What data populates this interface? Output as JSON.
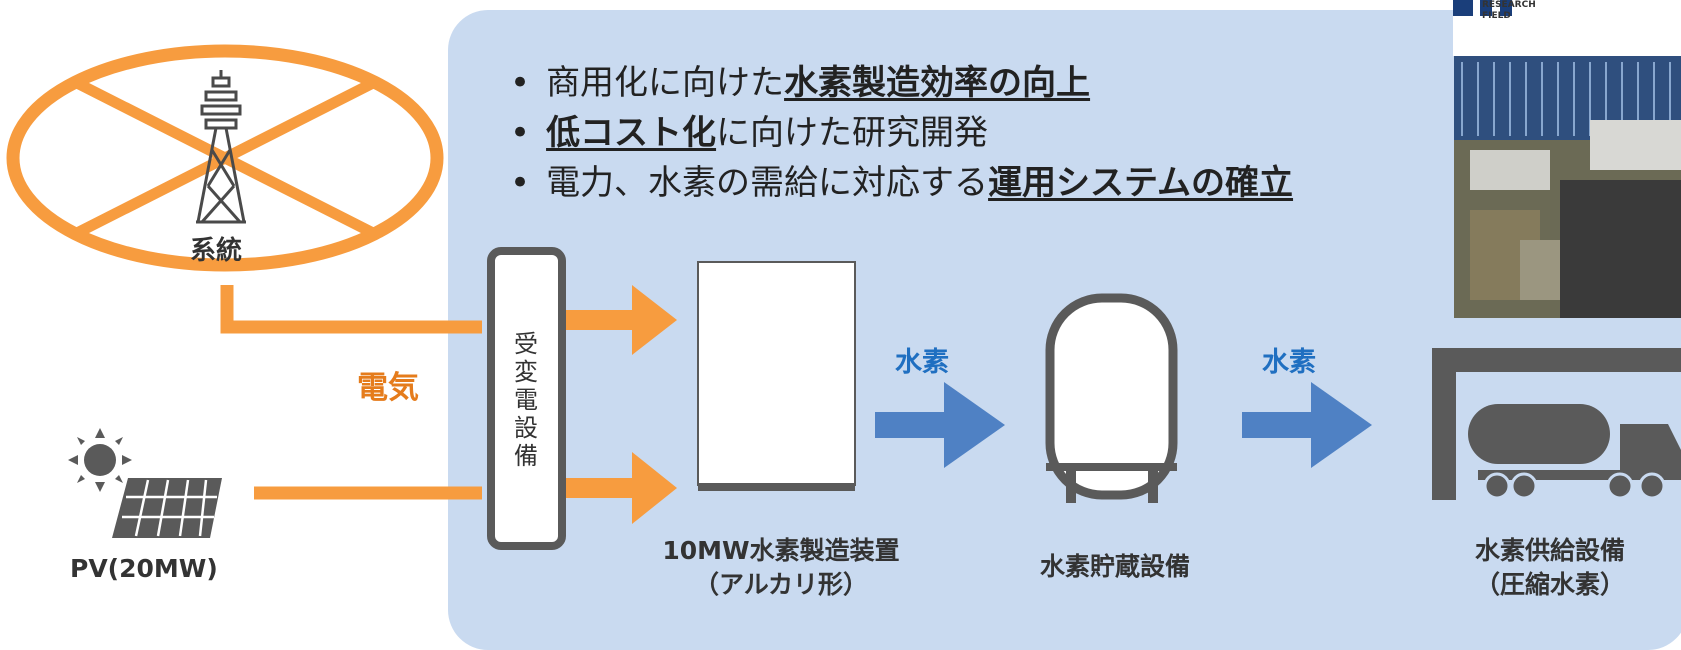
{
  "bullets": [
    {
      "pre": "商用化に向けた",
      "hl": "水素製造効率の向上",
      "post": ""
    },
    {
      "pre": "",
      "hl": "低コスト化",
      "post": "に向けた研究開発"
    },
    {
      "pre": "電力、水素の需給に対応する",
      "hl": "運用システムの確立",
      "post": ""
    }
  ],
  "grid": {
    "label": "系統"
  },
  "pv": {
    "label": "PV(20MW)"
  },
  "electricity_label": "電気",
  "substation_label": "受\n変\n電\n設\n備",
  "hydrogen_flow_labels": [
    "水素",
    "水素"
  ],
  "electrolyzer": {
    "line1": "10MW水素製造装置",
    "line2": "（アルカリ形）"
  },
  "storage": {
    "label": "水素貯蔵設備"
  },
  "supply": {
    "line1": "水素供給設備",
    "line2": "（圧縮水素）"
  },
  "photo_logo": {
    "line1": "RESEARCH",
    "line2": "FIELD"
  },
  "colors": {
    "panel": "#c9daf0",
    "orange": "#f79c3f",
    "electricity_text": "#e57c1c",
    "blue_arrow": "#4f81c4",
    "hydrogen_text": "#1f6fc1",
    "dark_gray": "#5a5a5a"
  }
}
